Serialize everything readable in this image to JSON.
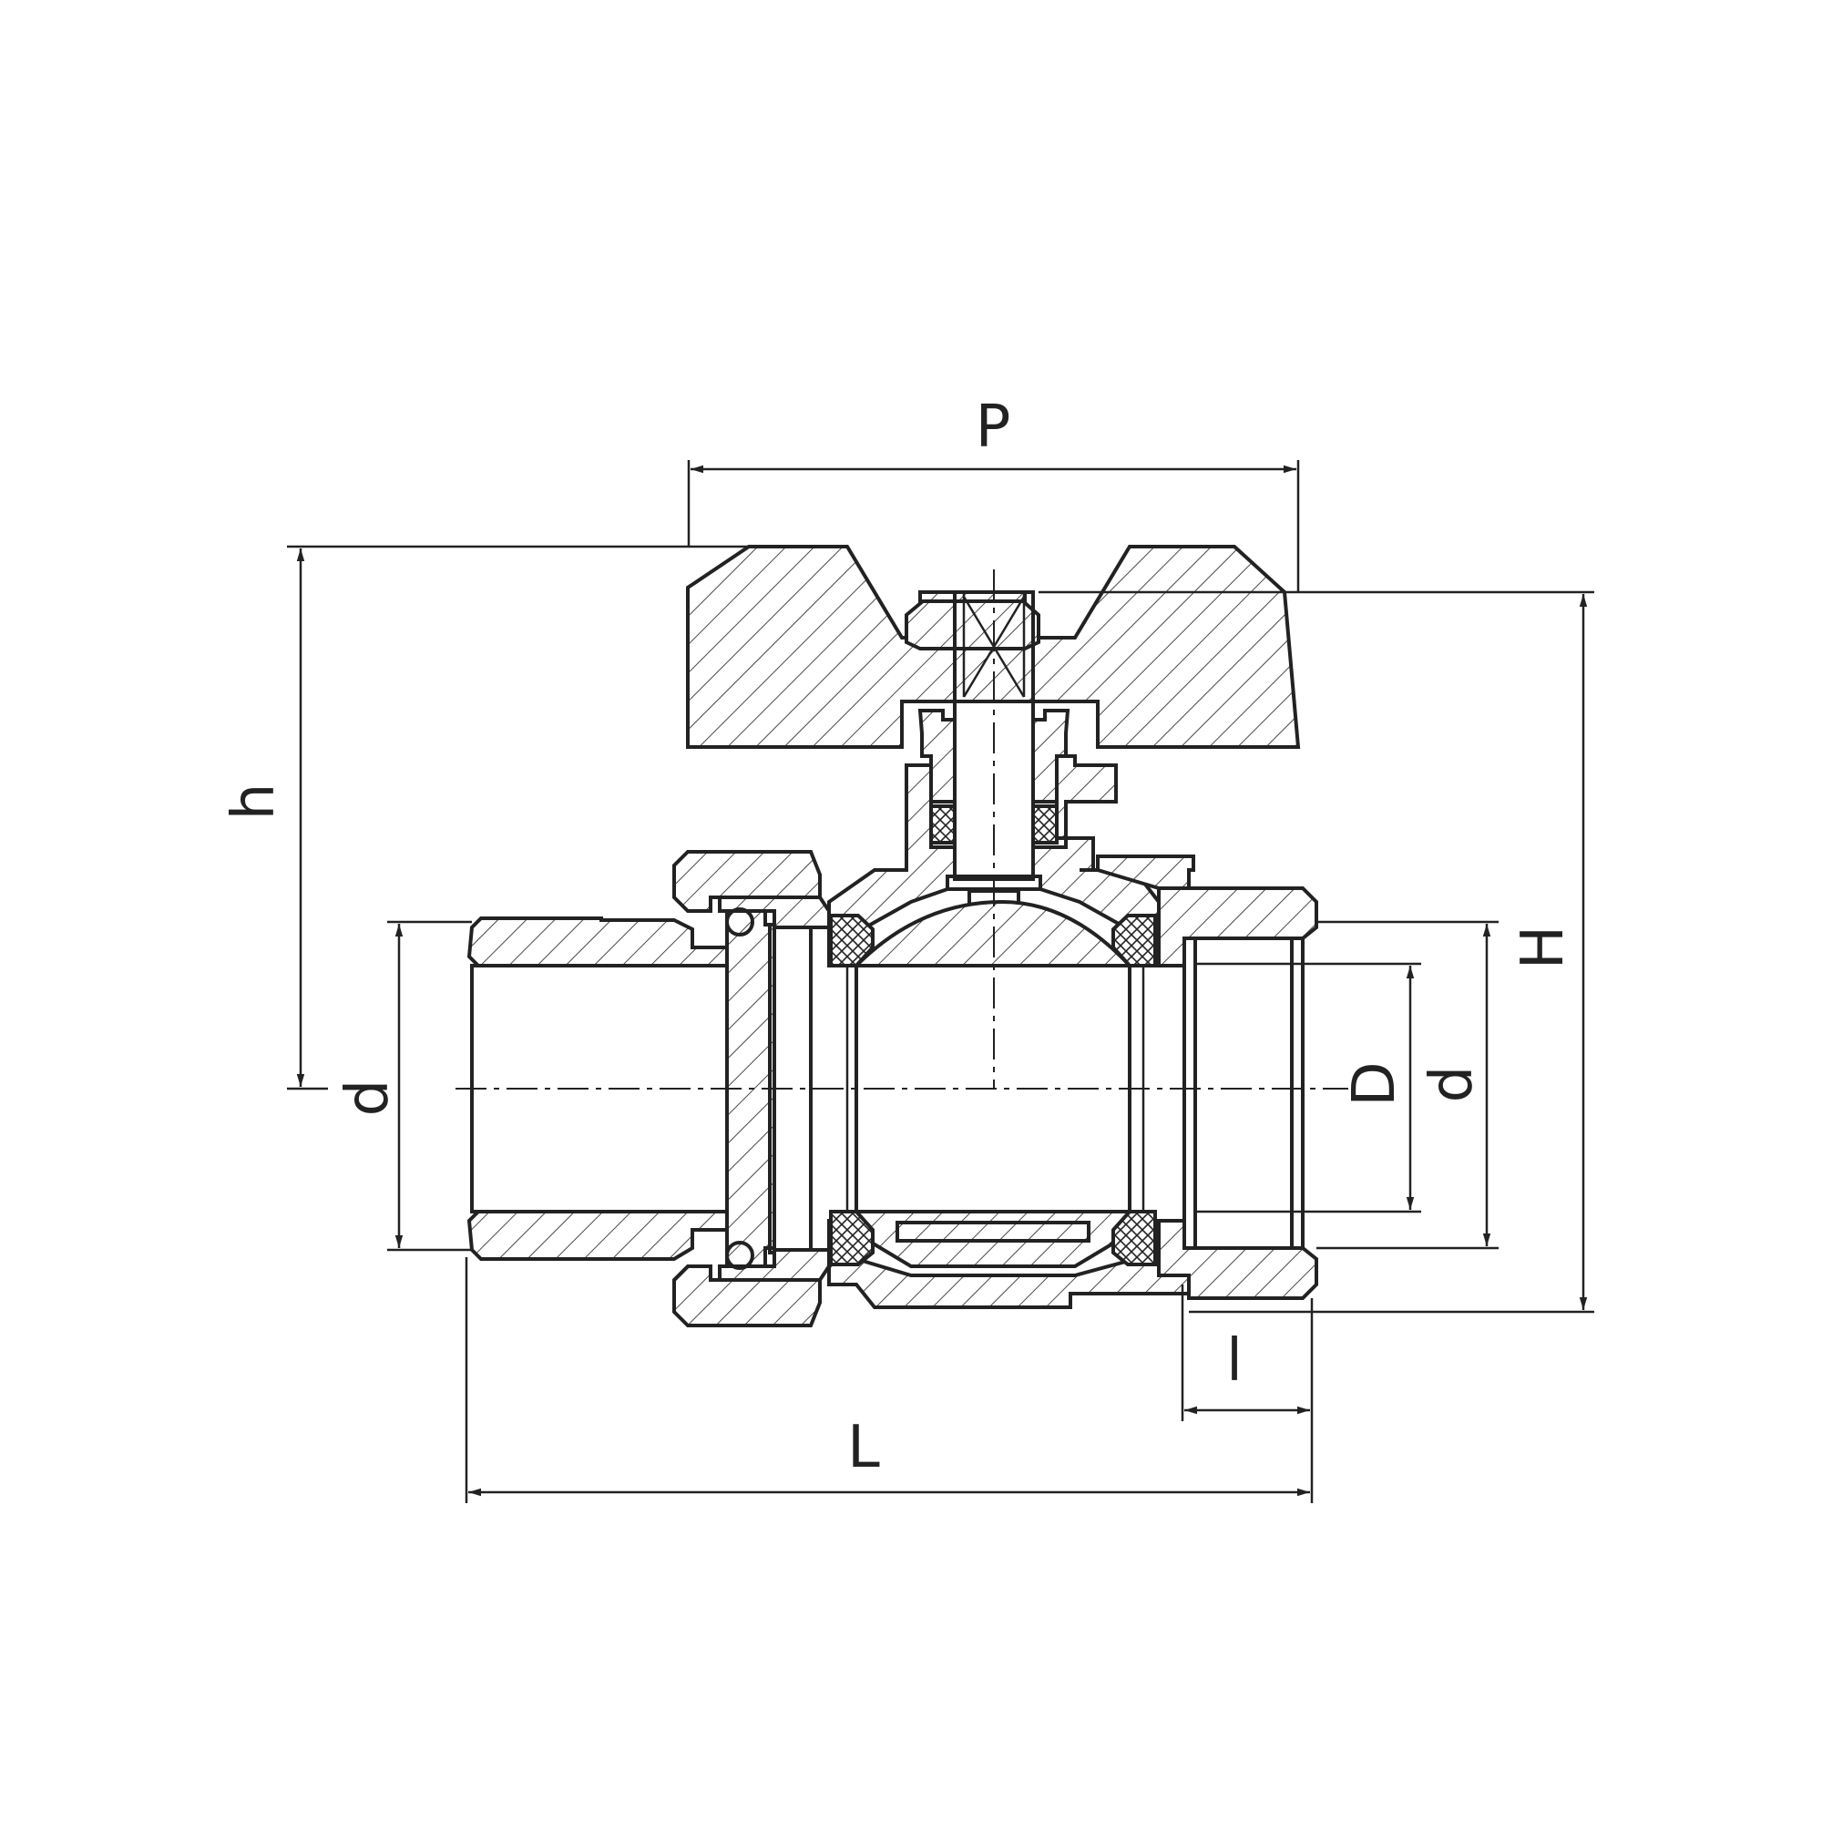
{
  "figure": {
    "type": "ball-valve-cross-section",
    "colors": {
      "line": "#222222",
      "background": "#ffffff"
    }
  },
  "dimensions": {
    "P": "P",
    "h": "h",
    "H": "H",
    "d_left": "d",
    "D": "D",
    "d_right": "d",
    "l": "l",
    "L": "L"
  }
}
